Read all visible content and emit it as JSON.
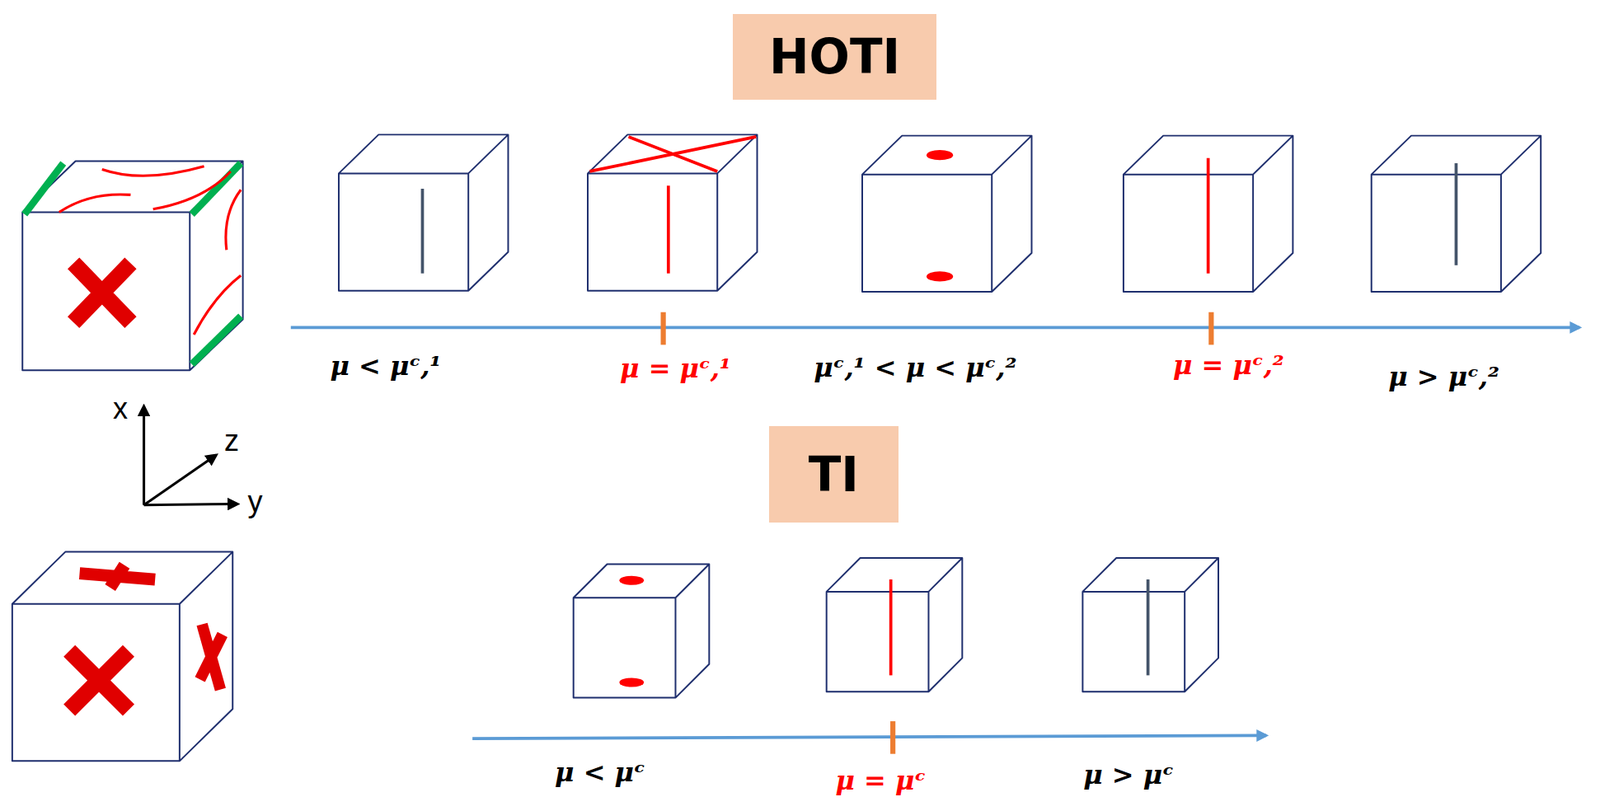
{
  "diagram": {
    "nodes": [
      {
        "text": [
          "HOTI"
        ]
      },
      {
        "text": [
          "TI"
        ]
      }
    ],
    "labels": [
      "μ < μᶜ,¹",
      "μ = μᶜ,¹",
      "μᶜ,¹ < μ < μᶜ,²",
      "μ = μᶜ,²",
      "μ > μᶜ,²",
      "μ < μᶜ",
      "μ = μᶜ",
      "μ > μᶜ",
      "x",
      "z",
      "y"
    ]
  }
}
